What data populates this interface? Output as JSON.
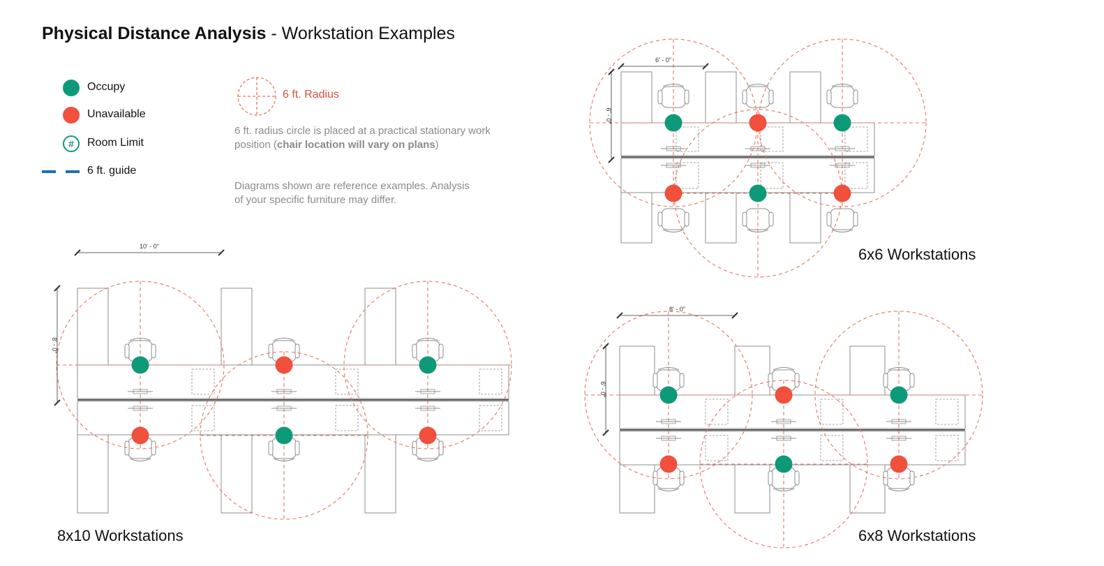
{
  "title": {
    "bold": "Physical Distance Analysis",
    "rest": " - Workstation Examples"
  },
  "legend": {
    "items": [
      {
        "label": "Occupy",
        "icon": "green-dot",
        "color": "#0e9a78"
      },
      {
        "label": "Unavailable",
        "icon": "red-dot",
        "color": "#f0503c"
      },
      {
        "label": "Room Limit",
        "icon": "hash-ring",
        "symbol": "#"
      },
      {
        "label": "6 ft. guide",
        "icon": "blue-dashed-line",
        "color": "#1f6fb3"
      }
    ],
    "radius_label": "6 ft. Radius"
  },
  "notes": {
    "radius_note_1": "6 ft. radius circle is placed at a practical stationary work position (",
    "radius_note_bold": "chair location will vary on plans",
    "radius_note_2": ")",
    "disclaimer": "Diagrams shown are reference examples. Analysis of your specific furniture may differ."
  },
  "diagrams": {
    "d6x6": {
      "label": "6x6 Workstations",
      "width_dim": "6' - 0\"",
      "depth_dim": "6' - 0\"",
      "top_row": [
        "occupy",
        "unavailable",
        "occupy"
      ],
      "bottom_row": [
        "unavailable",
        "occupy",
        "unavailable"
      ]
    },
    "d8x10": {
      "label": "8x10 Workstations",
      "width_dim": "10' - 0\"",
      "depth_dim": "8' - 0\"",
      "top_row": [
        "occupy",
        "unavailable",
        "occupy"
      ],
      "bottom_row": [
        "unavailable",
        "occupy",
        "unavailable"
      ]
    },
    "d6x8": {
      "label": "6x8 Workstations",
      "width_dim": "8' - 0\"",
      "depth_dim": "6' - 0\"",
      "top_row": [
        "occupy",
        "unavailable",
        "occupy"
      ],
      "bottom_row": [
        "unavailable",
        "occupy",
        "unavailable"
      ]
    }
  },
  "colors": {
    "occupy": "#0e9a78",
    "unavailable": "#f0503c",
    "radius": "#e2765f",
    "line": "#8c8c8c"
  }
}
